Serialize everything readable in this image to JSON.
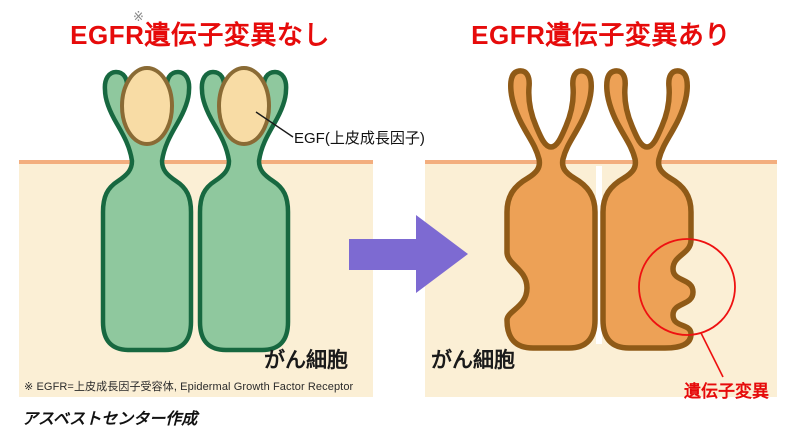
{
  "diagram": {
    "credit": "アスベストセンター作成",
    "panels": {
      "left": {
        "title": "EGFR遺伝子変異なし",
        "title_note_mark": "※",
        "ligand_label": "EGF(上皮成長因子)",
        "cell_label": "がん細胞",
        "footnote": "※ EGFR=上皮成長因子受容体, Epidermal Growth Factor Receptor"
      },
      "right": {
        "title": "EGFR遺伝子変異あり",
        "cell_label": "がん細胞",
        "mutation_label": "遺伝子変異"
      }
    },
    "colors": {
      "title_red": "#e60b0b",
      "highlight_red": "#ee1111",
      "arrow_purple": "#7d6ad2",
      "receptor_normal_fill": "#8fc89e",
      "receptor_normal_stroke": "#176840",
      "ligand_fill": "#f8dca5",
      "ligand_stroke": "#8a6b35",
      "receptor_mutated_fill": "#eda156",
      "receptor_mutated_stroke": "#8f5a17",
      "cell_fill": "#fbefd5",
      "membrane": "#f3ae7e",
      "leader_line_black": "#1a1a1a",
      "note_mark_gray": "#888888",
      "gap_white": "#ffffff"
    }
  }
}
